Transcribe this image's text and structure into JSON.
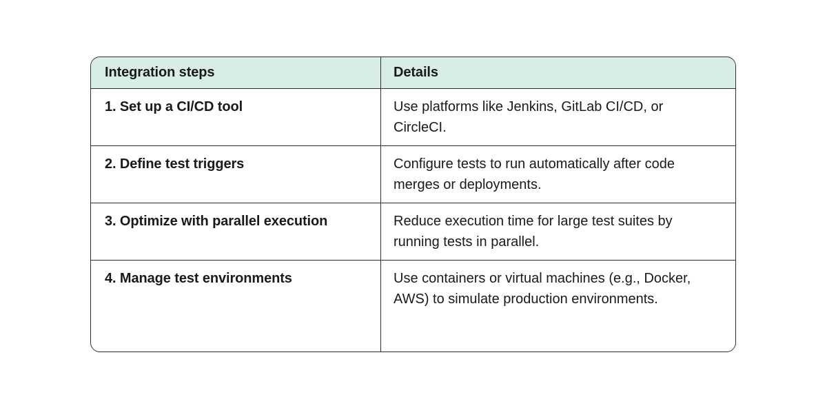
{
  "table": {
    "columns": [
      {
        "label": "Integration steps"
      },
      {
        "label": "Details"
      }
    ],
    "rows": [
      {
        "step": "1. Set up a CI/CD tool",
        "details": "Use platforms like Jenkins, GitLab CI/CD, or CircleCI."
      },
      {
        "step": "2. Define test triggers",
        "details": "Configure tests to run automatically after code merges or deployments."
      },
      {
        "step": "3. Optimize with parallel execution",
        "details": "Reduce execution time for large test suites by running tests in parallel."
      },
      {
        "step": "4. Manage test environments",
        "details": "Use containers or virtual machines (e.g., Docker, AWS) to simulate production environments."
      }
    ],
    "colors": {
      "page_bg": "#ffffff",
      "row_bg": "#ffffff",
      "header_bg": "#d8eee5",
      "border": "#2a2e31",
      "text": "#17191c"
    }
  }
}
